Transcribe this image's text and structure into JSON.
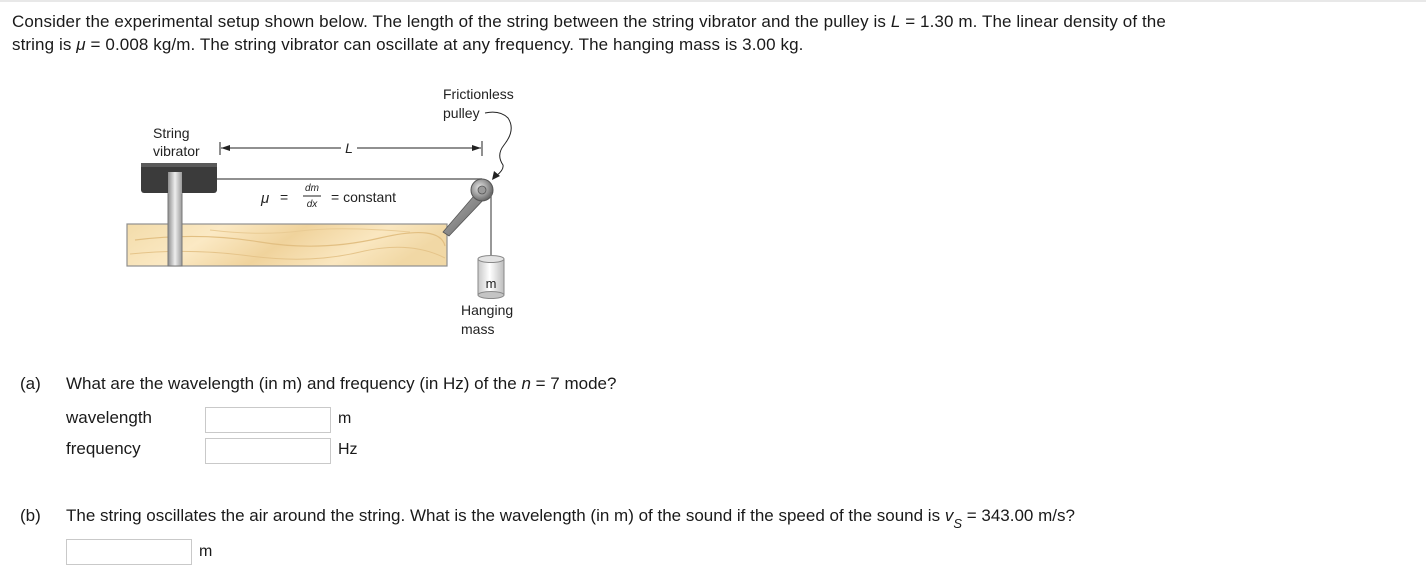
{
  "problem": {
    "line1": "Consider the experimental setup shown below. The length of the string between the string vibrator and the pulley is",
    "L_var": "L",
    "L_value": " = 1.30 m. The linear density of the",
    "line2_start": "string is ",
    "mu_var": "μ",
    "line2_rest": " = 0.008 kg/m. The string vibrator can oscillate at any frequency. The hanging mass is 3.00 kg."
  },
  "figure": {
    "pulley_label_1": "Frictionless",
    "pulley_label_2": "pulley",
    "vibrator_label_1": "String",
    "vibrator_label_2": "vibrator",
    "length_label": "L",
    "mu_symbol": "μ",
    "equals": "=",
    "dm": "dm",
    "dx": "dx",
    "equals_constant": "= constant",
    "mass_letter": "m",
    "hanging_label_1": "Hanging",
    "hanging_label_2": "mass"
  },
  "part_a": {
    "label": "(a)",
    "question_start": "What are the wavelength (in m) and frequency (in Hz) of the ",
    "n_var": "n",
    "question_end": " = 7 mode?",
    "wavelength_label": "wavelength",
    "wavelength_value": "",
    "wavelength_unit": "m",
    "frequency_label": "frequency",
    "frequency_value": "",
    "frequency_unit": "Hz"
  },
  "part_b": {
    "label": "(b)",
    "question_start": "The string oscillates the air around the string. What is the wavelength (in m) of the sound if the speed of the sound is ",
    "v_var": "v",
    "v_sub": "S",
    "question_end": " = 343.00 m/s?",
    "answer_value": "",
    "answer_unit": "m"
  }
}
